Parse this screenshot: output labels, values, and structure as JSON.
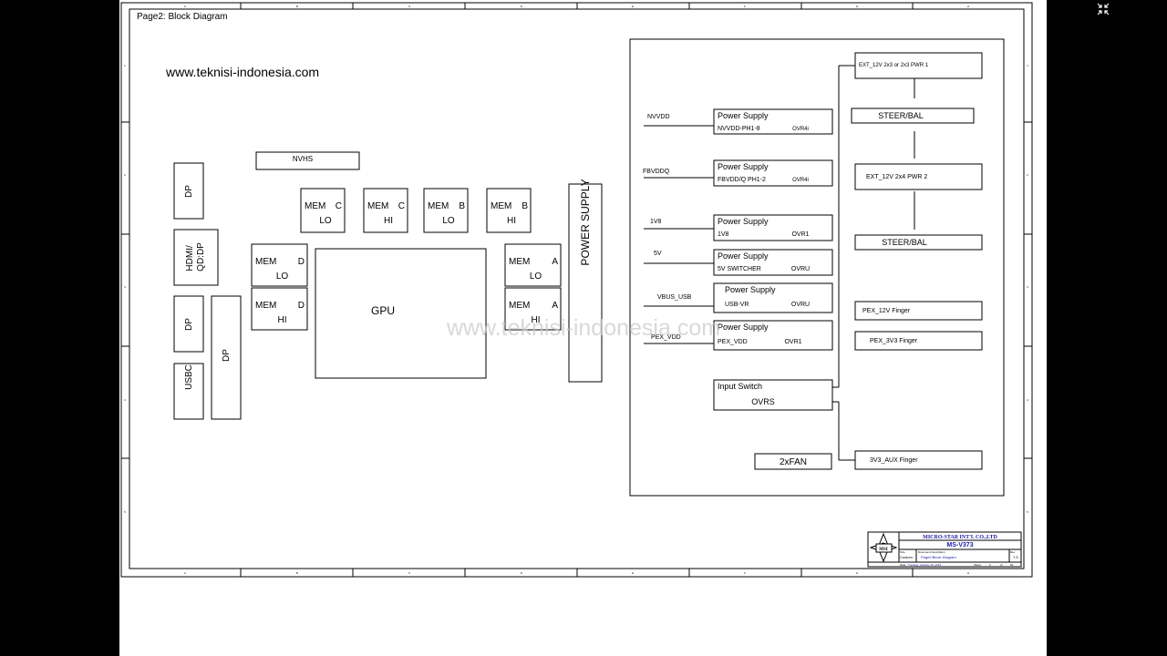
{
  "sheet": {
    "page_title": "Page2: Block Diagram",
    "website": "www.teknisi-indonesia.com",
    "watermark": "www.teknisi-indonesia.com",
    "zone_letters": [
      "A",
      "B",
      "C",
      "D",
      "E",
      "F",
      "G",
      "H"
    ],
    "zone_numbers": [
      "1",
      "2",
      "3",
      "4",
      "5"
    ]
  },
  "left": {
    "connectors": [
      "DP",
      "HDMI/\nQD:DP",
      "DP",
      "USBC",
      "DP"
    ],
    "nvhs": "NVHS",
    "gpu": "GPU",
    "power_supply": "POWER SUPPLY",
    "mem": [
      {
        "mem": "MEM",
        "ch": "C",
        "pos": "LO"
      },
      {
        "mem": "MEM",
        "ch": "C",
        "pos": "HI"
      },
      {
        "mem": "MEM",
        "ch": "B",
        "pos": "LO"
      },
      {
        "mem": "MEM",
        "ch": "B",
        "pos": "HI"
      },
      {
        "mem": "MEM",
        "ch": "D",
        "pos": "LO"
      },
      {
        "mem": "MEM",
        "ch": "D",
        "pos": "HI"
      },
      {
        "mem": "MEM",
        "ch": "A",
        "pos": "LO"
      },
      {
        "mem": "MEM",
        "ch": "A",
        "pos": "HI"
      }
    ]
  },
  "power": {
    "rails": [
      {
        "net": "NVVDD",
        "title": "Power Supply",
        "sub": "NVVDD-PH1-8",
        "ctrl": "OVR4i"
      },
      {
        "net": "FBVDDQ",
        "title": "Power Supply",
        "sub": "FBVDD/Q PH1-2",
        "ctrl": "OVR4i"
      },
      {
        "net": "1V8",
        "title": "Power Supply",
        "sub": "1V8",
        "ctrl": "OVR1"
      },
      {
        "net": "5V",
        "title": "Power Supply",
        "sub": "5V SWITCHER",
        "ctrl": "OVRU"
      },
      {
        "net": "VBUS_USB",
        "title": "Power Supply",
        "sub": "USB-VR",
        "ctrl": "OVRU"
      },
      {
        "net": "PEX_VDD",
        "title": "Power Supply",
        "sub": "PEX_VDD",
        "ctrl": "OVR1"
      }
    ],
    "input_switch": {
      "title": "Input Switch",
      "sub": "OVRS"
    },
    "fan": "2xFAN",
    "inputs": [
      "EXT_12V 2x3 or 2x3 PWR 1",
      "STEER/BAL",
      "EXT_12V 2x4 PWR 2",
      "STEER/BAL",
      "PEX_12V Finger",
      "PEX_3V3 Finger",
      "3V3_AUX Finger"
    ]
  },
  "title_block": {
    "company": "MICRO-STAR INT'L CO.,LTD",
    "model": "MS-V373",
    "logo": "MSI",
    "size_label": "Size",
    "size_value": "Custom",
    "doc_label": "Document Description",
    "doc_value": "Page2:Block Diagram",
    "rev_label": "Rev",
    "rev_value": "7.5",
    "date_label": "Date:",
    "date_value": "Tuesday, January 15, 2019",
    "sheet_label": "Sheet",
    "sheet_num": "2",
    "of_label": "of",
    "sheet_total": "54"
  },
  "colors": {
    "accent_blue": "#1a1aa8",
    "background": "#000000",
    "paper": "#ffffff"
  }
}
